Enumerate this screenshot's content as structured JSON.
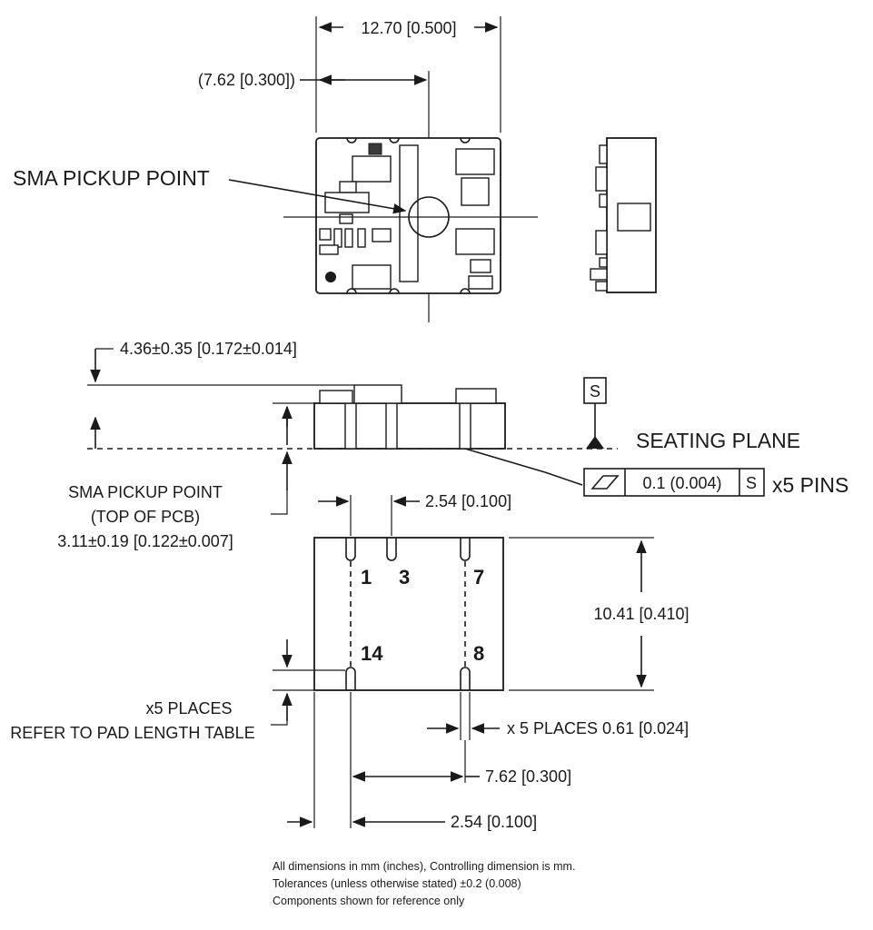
{
  "top_view": {
    "width_dim": "12.70 [0.500]",
    "pickup_offset_dim": "(7.62 [0.300])",
    "pickup_label": "SMA PICKUP POINT"
  },
  "side_view": {
    "height_dim": "4.36±0.35 [0.172±0.014]",
    "pickup_label_line1": "SMA PICKUP POINT",
    "pickup_label_line2": "(TOP OF PCB)",
    "pickup_height_dim": "3.11±0.19 [0.122±0.007]",
    "datum": "S",
    "seating_plane": "SEATING PLANE",
    "flatness_value": "0.1 (0.004)",
    "flatness_datum": "S",
    "flatness_count": "x5 PINS"
  },
  "bottom_view": {
    "pin_pitch_dim": "2.54 [0.100]",
    "pin_labels": [
      "1",
      "3",
      "7",
      "14",
      "8"
    ],
    "height_dim": "10.41 [0.410]",
    "places_line1": "x5 PLACES",
    "places_line2": "REFER TO PAD LENGTH TABLE",
    "pad_width_dim": "x 5 PLACES 0.61 [0.024]",
    "row_span_dim": "7.62 [0.300]",
    "edge_offset_dim": "2.54 [0.100]"
  },
  "notes": [
    "All dimensions in mm (inches), Controlling dimension is mm.",
    "Tolerances (unless otherwise stated) ±0.2 (0.008)",
    "Components shown for reference only"
  ]
}
